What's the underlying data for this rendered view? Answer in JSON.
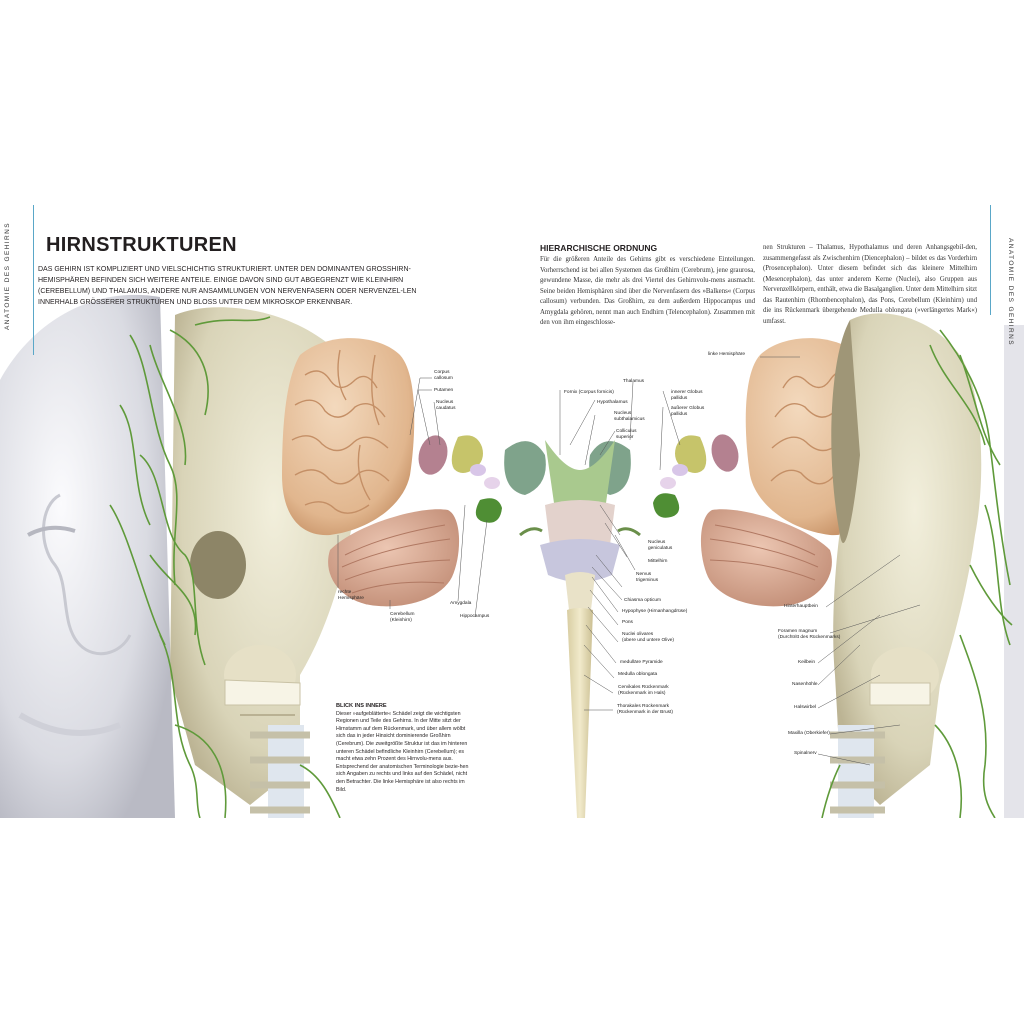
{
  "side_tab": {
    "left": "ANATOMIE DES GEHIRNS",
    "right": "ANATOMIE DES GEHIRNS"
  },
  "title": "HIRNSTRUKTUREN",
  "intro": "Das Gehirn ist kompliziert und vielschichtig strukturiert. Unter den dominanten Grosshirn-hemisphären befinden sich weitere Anteile. Einige davon sind gut abgegrenzt wie Kleinhirn (Cerebellum) und Thalamus, andere nur Ansammlungen von Nervenfasern oder Nervenzel-len innerhalb grösserer Strukturen und bloss unter dem Mikroskop erkennbar.",
  "section": {
    "heading": "HIERARCHISCHE ORDNUNG",
    "col1": "Für die größeren Anteile des Gehirns gibt es verschiedene Einteilungen. Vorherrschend ist bei allen Systemen das Großhirn (Cerebrum), jene graurosa, gewundene Masse, die mehr als drei Viertel des Gehirnvolu-mens ausmacht. Seine beiden Hemisphären sind über die Nervenfasern des »Balkens« (Corpus callosum) verbunden. Das Großhirn, zu dem außerdem Hippocampus und Amygdala gehören, nennt man auch Endhirn (Telencephalon). Zusammen mit den von ihm eingeschlosse-",
    "col2": "nen Strukturen – Thalamus, Hypothalamus und deren Anhangsgebil-den, zusammengefasst als Zwischenhirn (Diencephalon) – bildet es das Vorderhirn (Prosencephalon). Unter diesem befindet sich das kleinere Mittelhirn (Mesencephalon), das unter anderem Kerne (Nuclei), also Gruppen aus Nervenzellkörpern, enthält, etwa die Basalganglien. Unter dem Mittelhirn sitzt das Rautenhirn (Rhombencephalon), das Pons, Cerebellum (Kleinhirn) und die ins Rückenmark übergehende Medulla oblongata (»verlängertes Mark«) umfasst."
  },
  "caption": {
    "title": "BLICK INS INNERE",
    "text": "Dieser »aufgeblätterte« Schädel zeigt die wichtigsten Regionen und Teile des Gehirns. In der Mitte sitzt der Hirnstamm auf dem Rückenmark, und über allem wölbt sich das in jeder Hinsicht dominierende Großhirn (Cerebrum). Die zweitgrößte Struktur ist das im hinteren unteren Schädel befindliche Kleinhirn (Cerebellum); es macht etwa zehn Prozent des Hirnvolu-mens aus. Entsprechend der anatomischen Terminologie bezie-hen sich Angaben zu rechts und links auf den Schädel, nicht den Betrachter. Die linke Hemisphäre ist also rechts im Bild."
  },
  "labels": {
    "corpus_callosum": "Corpus\ncallosum",
    "putamen": "Putamen",
    "nucleus_caudatus": "Nucleus\ncaudatus",
    "rechte_hemisphaere": "rechte\nHemisphäre",
    "cerebellum": "Cerebellum\n(Kleinhirn)",
    "amygdala": "Amygdala",
    "hippocampus": "Hippocampus",
    "fornix": "Fornix (Corpus fornicis)",
    "hypothalamus": "Hypothalamus",
    "nucleus_subthalamicus": "Nucleus\nsubthalamicus",
    "colliculus_superior": "Colliculus\nsuperior",
    "thalamus": "Thalamus",
    "innerer_globus": "innerer Globus\npallidus",
    "aeusserer_globus": "äußerer Globus\npallidus",
    "nucleus_geniculatus": "Nucleus\ngeniculatus",
    "mittelhirn": "Mittelhirn",
    "nervus_trigeminus": "Nervus\ntrigeminus",
    "chiasma_opticum": "Chiasma opticum",
    "hypophyse": "Hypophyse (Hirnanhangdrüse)",
    "pons": "Pons",
    "nuclei_olivares": "Nuclei olivares\n(obere und untere Olive)",
    "medullare_pyramide": "medulläre Pyramide",
    "medulla_oblongata": "Medulla oblongata",
    "cervikales_rueckenmark": "Cervikales Rückenmark\n(Rückenmark im Hals)",
    "thorakales_rueckenmark": "Thorakales Rückenmark\n(Rückenmark in der Brust)",
    "linke_hemisphaere": "linke Hemisphäre",
    "hinterhauptbein": "Hinterhauptbein",
    "foramen_magnum": "Foramen magnum\n(Durchtritt des Rückenmarks)",
    "keilbein": "Keilbein",
    "nasenhoehle": "Nasenhöhle",
    "halswirbel": "Halswirbel",
    "maxilla": "Maxilla (Oberkiefer)",
    "spinalnerv": "Spinalnerv"
  },
  "colors": {
    "accent_rule": "#5aa7c8",
    "brain": "#e8c4a0",
    "skull": "#e9e5cf",
    "nerves": "#5f9a3a",
    "cerebellum": "#d9a893"
  }
}
